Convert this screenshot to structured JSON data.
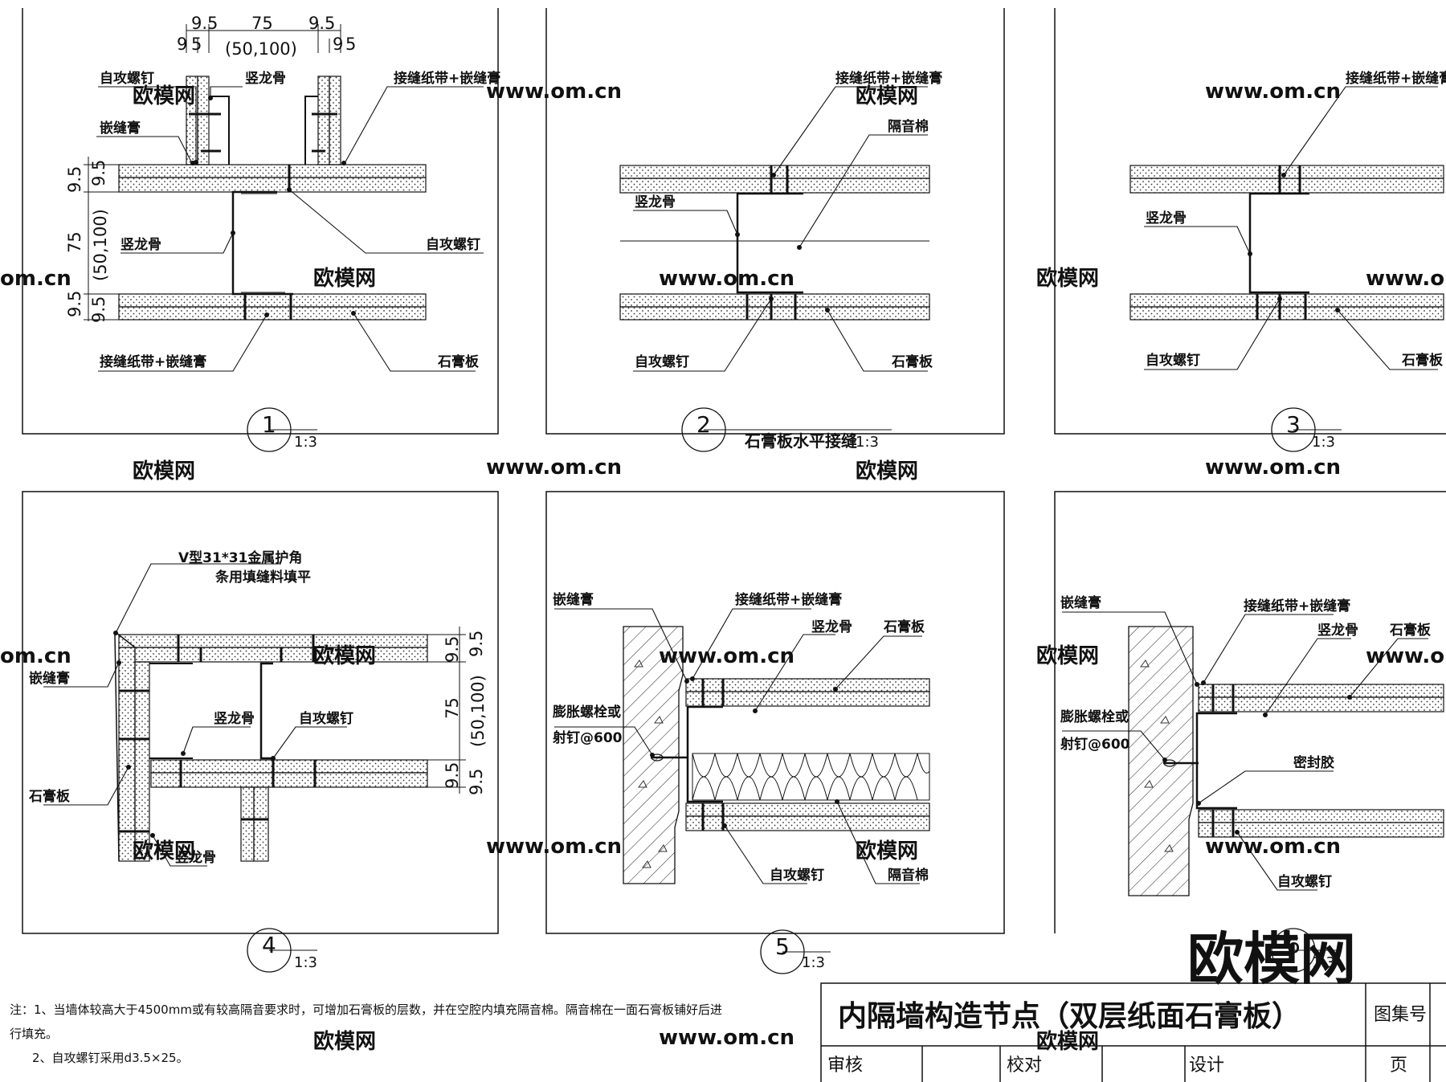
{
  "labels": {
    "tapping_screw": "自攻螺钉",
    "stud": "竖龙骨",
    "joint_tape": "接缝纸带+嵌缝膏",
    "joint_compound": "嵌缝膏",
    "gypsum_board": "石膏板",
    "sound_insulation": "隔音棉",
    "expansion_bolt_1": "膨胀螺栓或",
    "expansion_bolt_2": "射钉@600",
    "sealant": "密封胶",
    "corner_bead_1": "V型31*31金属护角",
    "corner_bead_2": "条用填缝料填平"
  },
  "dims": {
    "board": "9.5",
    "stud_width": "75",
    "stud_alt": "(50,100)",
    "nine": "9",
    "five": "5"
  },
  "details": [
    {
      "num": "1",
      "scale": "1:3",
      "caption": ""
    },
    {
      "num": "2",
      "scale": "1:3",
      "caption": "石膏板水平接缝"
    },
    {
      "num": "3",
      "scale": "1:3",
      "caption": ""
    },
    {
      "num": "4",
      "scale": "1:3",
      "caption": ""
    },
    {
      "num": "5",
      "scale": "1:3",
      "caption": ""
    },
    {
      "num": "6",
      "scale": "1:3",
      "caption": ""
    }
  ],
  "notes": {
    "line1": "注：1、当墙体较高大于4500mm或有较高隔音要求时，可增加石膏板的层数，并在空腔内填充隔音棉。隔音棉在一面石膏板铺好后进",
    "line2": "行填充。",
    "line3": "2、自攻螺钉采用d3.5×25。"
  },
  "title_block": {
    "title": "内隔墙构造节点（双层纸面石膏板）",
    "atlas_no": "图集号",
    "review": "审核",
    "check": "校对",
    "design": "设计",
    "page": "页"
  },
  "watermarks": {
    "brand": "欧模网",
    "url": "www.om.cn",
    "edge": "om.cn"
  }
}
